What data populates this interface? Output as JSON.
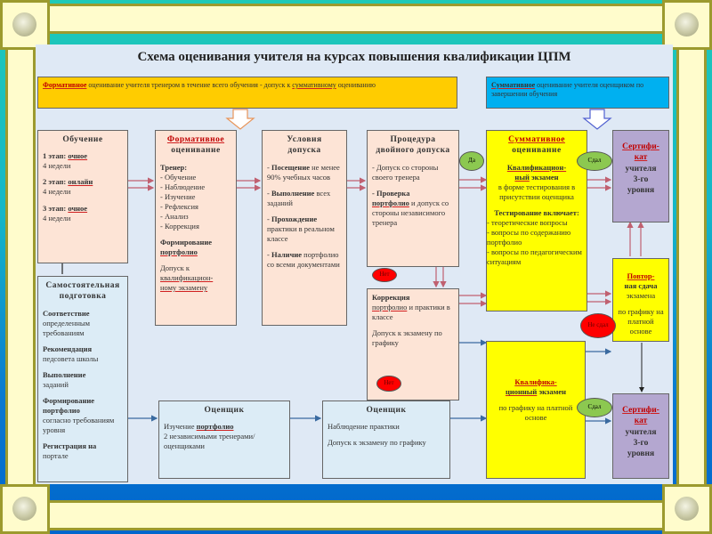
{
  "title": "Схема оценивания учителя на курсах повышения квалификации ЦПМ",
  "banners": {
    "formative": {
      "bold": "Формативное",
      "text": " оценивание учителя тренером в течение всего обучения - допуск к ",
      "link": "суммативному",
      "tail": " оцениванию"
    },
    "summative": {
      "bold": "Суммативное",
      "text": " оценивание учителя оценщиком по завершении обучения"
    }
  },
  "training": {
    "title": "Обучение",
    "stages": [
      {
        "label": "1 этап: ",
        "mode": "очное",
        "duration": "4 недели"
      },
      {
        "label": "2 этап: ",
        "mode": "онлайн",
        "duration": "4 недели"
      },
      {
        "label": "3 этап: ",
        "mode": "очное",
        "duration": "4 недели"
      }
    ]
  },
  "formative_box": {
    "title_1": "Формативное",
    "title_2": "оценивание",
    "trainer_label": "Тренер:",
    "items": [
      "- Обучение",
      "- Наблюдение",
      "- Изучение",
      "- Рефлексия",
      "- Анализ",
      "- Коррекция"
    ],
    "portfolio_1": "Формирование",
    "portfolio_2": "портфолио",
    "admission_1": "Допуск к",
    "admission_2": "квалификацион-",
    "admission_3": "ному экзамену"
  },
  "conditions": {
    "title_1": "Условия",
    "title_2": "допуска",
    "items": [
      {
        "bold": "Посещение",
        "text": " не менее 90% учебных часов"
      },
      {
        "bold": "Выполнение",
        "text": " всех заданий"
      },
      {
        "bold": "Прохождение",
        "text": " практики в реальном классе"
      },
      {
        "bold": "Наличие",
        "text": " портфолио со всеми документами"
      }
    ]
  },
  "double_admission": {
    "title_1": "Процедура",
    "title_2": "двойного допуска",
    "item_1": "- Допуск со стороны своего тренера",
    "item_2_bold": "- Проверка",
    "item_2_link": "портфолио",
    "item_2_text": " и допуск со стороны независимого тренера"
  },
  "correction": {
    "title": "Коррекция",
    "text_link": "портфолио",
    "text": " и практики в классе",
    "admission": "Допуск к экзамену по графику"
  },
  "summative_box": {
    "title_1": "Суммативное",
    "title_2": "оценивание",
    "exam_1": "Квалификацион-",
    "exam_2": "ный",
    "exam_3": " экзамен",
    "exam_desc": "в форме тестирования в присутствии оценщика",
    "testing_title": "Тестирование включает:",
    "testing_items": [
      "- теоретические вопросы",
      "- вопросы по содержанию портфолио",
      "- вопросы по педагогическим ситуациям"
    ]
  },
  "certificate_top": {
    "line_1": "Сертифи-",
    "line_2": "кат",
    "line_3": "учителя",
    "line_4": "3-го",
    "line_5": "уровня"
  },
  "retake": {
    "title_1": "Повтор-",
    "title_2": "ная сдача",
    "subtitle": "экзамена",
    "text": "по графику на платной основе"
  },
  "self_prep": {
    "title_1": "Самостоятельная",
    "title_2": "подготовка",
    "items": [
      {
        "bold": "Соответствие",
        "text": "определенным требованиям"
      },
      {
        "bold": "Рекомендация",
        "text": "педсовета школы"
      },
      {
        "bold": "Выполнение",
        "text": "заданий"
      },
      {
        "bold": "Формирование портфолио",
        "text": "согласно требованиям уровня"
      },
      {
        "bold": "Регистрация на",
        "text": "портале"
      }
    ]
  },
  "assessor_1": {
    "title": "Оценщик",
    "line_1": "Изучение ",
    "link": "портфолио",
    "line_2": "2 независимыми тренерами/оценщиками"
  },
  "assessor_2": {
    "title": "Оценщик",
    "line_1": "Наблюдение практики",
    "line_2": "Допуск к экзамену по графику"
  },
  "qual_exam": {
    "title_1": "Квалифика-",
    "title_2": "ционный",
    "title_3": " экзамен",
    "text": "по графику на платной основе"
  },
  "certificate_bottom": {
    "line_1": "Сертифи-",
    "line_2": "кат",
    "line_3": "учителя",
    "line_4": "3-го",
    "line_5": "уровня"
  },
  "badges": {
    "yes": "Да",
    "no": "Нет",
    "passed": "Сдал",
    "not_passed": "Не сдал"
  },
  "colors": {
    "peach": "#fde4d6",
    "yellow": "#ffff00",
    "gold": "#ffcc00",
    "cyan": "#00b0f0",
    "purple": "#b4a7d0",
    "green": "#8cc850",
    "red": "#ff0000"
  }
}
